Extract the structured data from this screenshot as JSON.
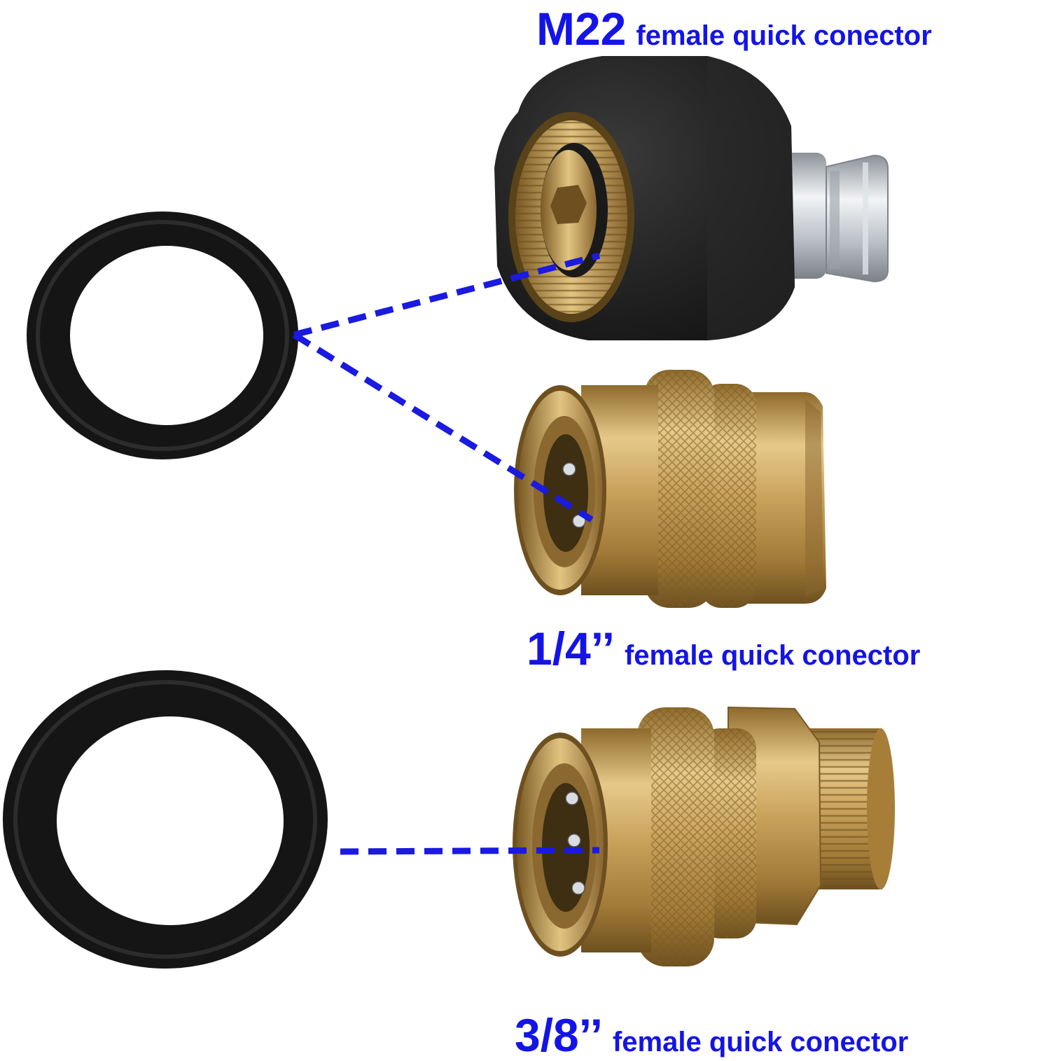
{
  "labels": {
    "m22": {
      "size": "M22",
      "description": "female quick conector"
    },
    "quarter": {
      "size": "1/4’’",
      "description": "female quick conector"
    },
    "three_eighth": {
      "size": "3/8’’",
      "description": "female quick conector"
    }
  },
  "colors": {
    "label_text": "#1414e6",
    "guide_line": "#1a1ae0",
    "oring": "#111111",
    "brass": "#c8a25a",
    "black_nut": "#1c1c1c",
    "steel": "#c9ccd1",
    "background": "#ffffff"
  },
  "icons": {
    "oring": "rubber-o-ring",
    "m22_coupler": "m22-female-coupler-with-steel-plug",
    "quarter_coupler": "brass-quarter-inch-quick-coupler",
    "threeeighth_coupler": "brass-three-eighth-quick-coupler-with-male-thread"
  }
}
